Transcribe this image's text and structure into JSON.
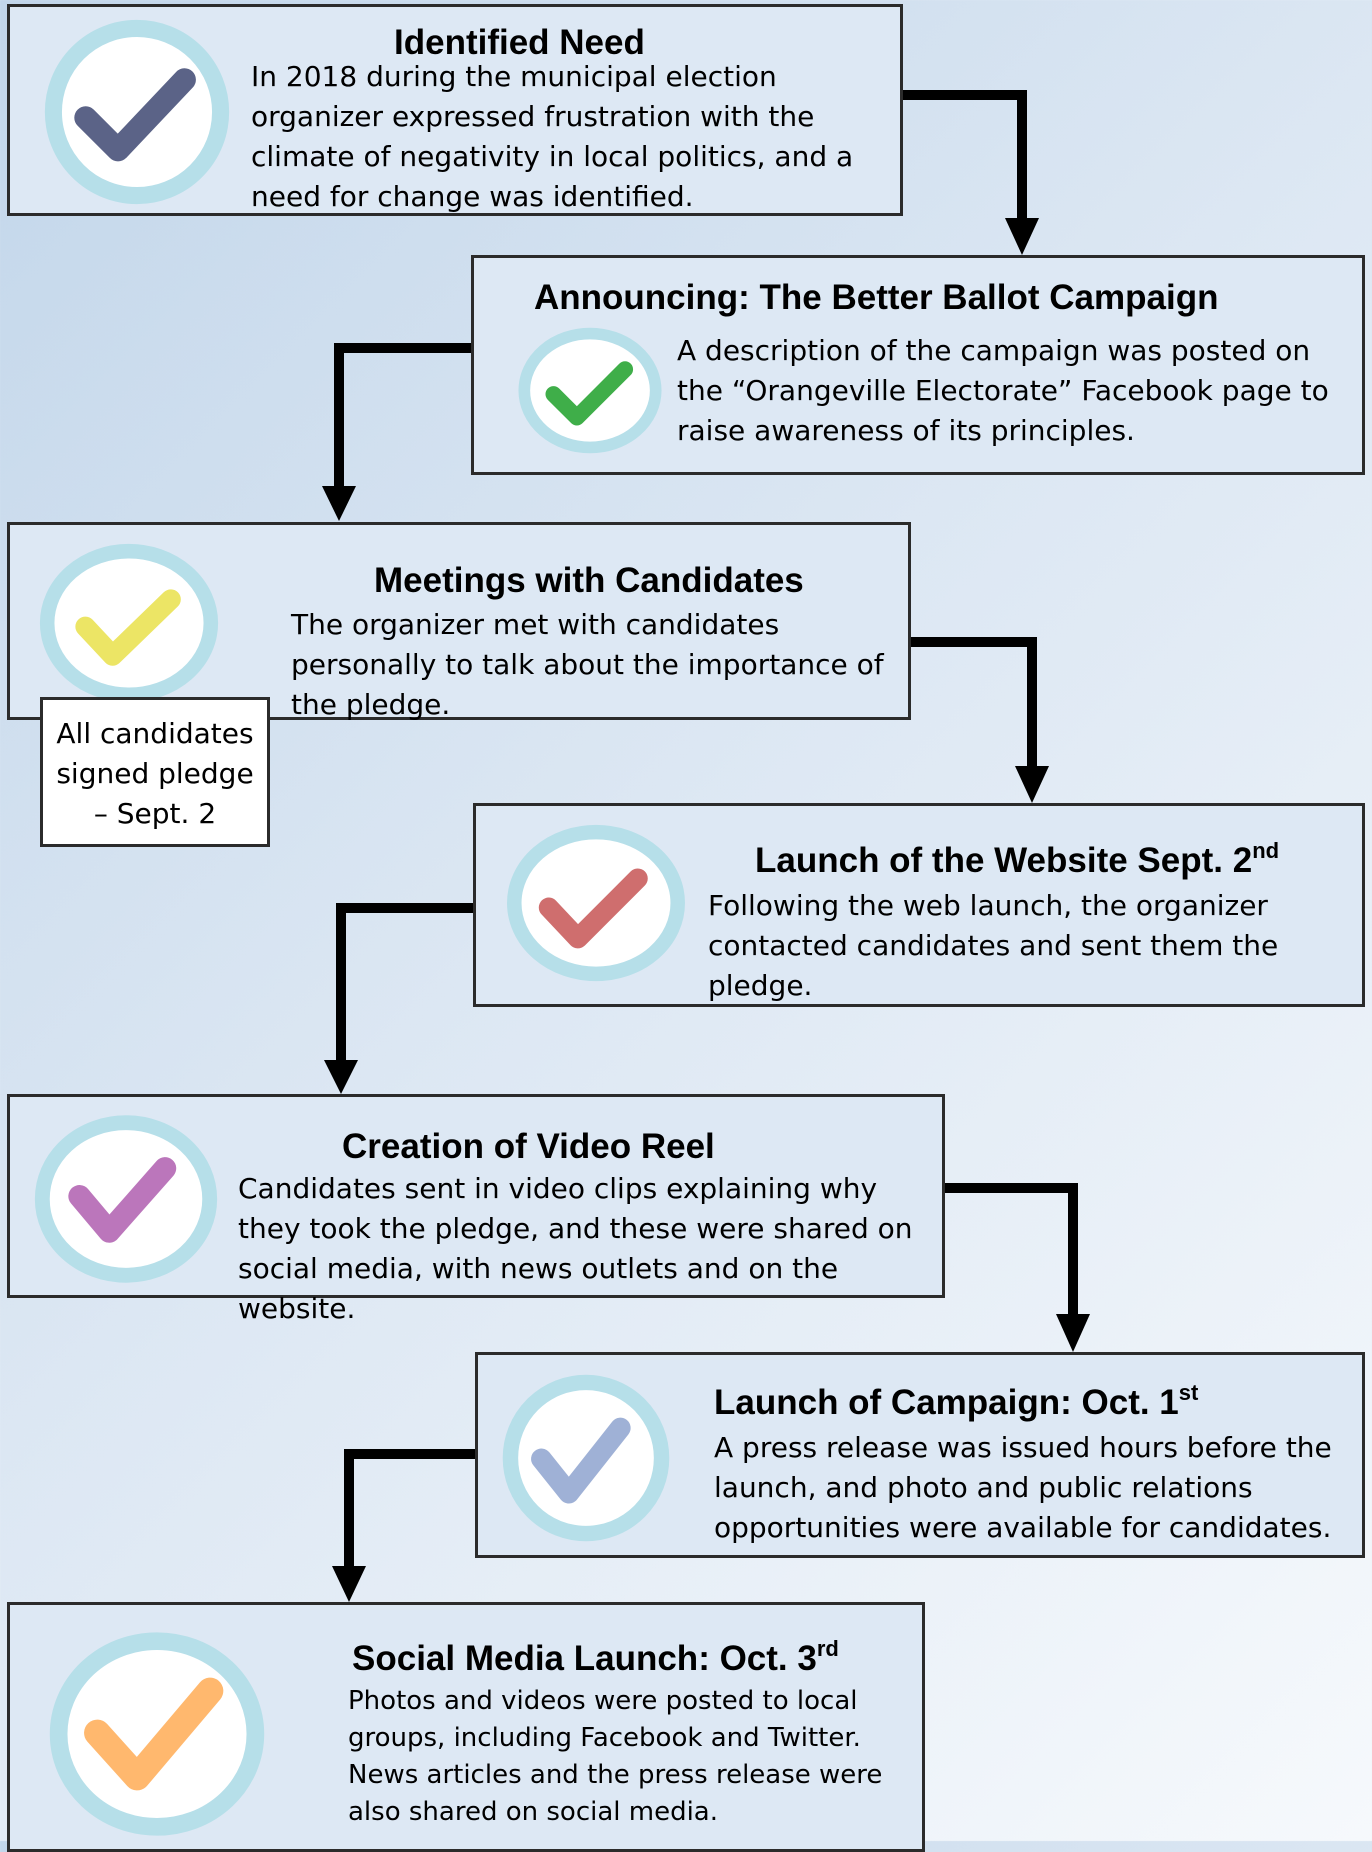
{
  "steps": [
    {
      "title": "Identified Need",
      "description": "In 2018 during the municipal election organizer expressed frustration with the climate of negativity in local politics, and a need for change was identified.",
      "check_color": "#5b6387"
    },
    {
      "title": "Announcing: The Better Ballot Campaign",
      "description": "A description of the campaign was posted on the “Orangeville Electorate” Facebook page to raise awareness of its principles.",
      "check_color": "#3fae49"
    },
    {
      "title": "Meetings with Candidates",
      "description": "The organizer met with candidates personally to talk about the importance of the pledge.",
      "check_color": "#ece565"
    },
    {
      "title": "Launch of the Website Sept. 2",
      "title_sup": "nd",
      "description": "Following the web launch, the organizer contacted candidates and sent them the pledge.",
      "check_color": "#cf6e6e"
    },
    {
      "title": "Creation of Video Reel",
      "description": "Candidates sent in video clips explaining why they took the pledge, and these were shared on social media, with news outlets and on the website.",
      "check_color": "#bb76bb"
    },
    {
      "title": "Launch of Campaign: Oct. 1",
      "title_sup": "st",
      "description": "A press release was issued hours before the launch, and photo and public relations opportunities were available for candidates.",
      "check_color": "#9fb1d6"
    },
    {
      "title": "Social Media Launch: Oct. 3",
      "title_sup": "rd",
      "description": "Photos and videos were posted to local groups, including Facebook and Twitter. News articles and the press release were also shared on social media.",
      "check_color": "#ffb86e"
    }
  ],
  "note": {
    "line1": "All candidates",
    "line2": "signed pledge",
    "line3": "– Sept. 2"
  },
  "colors": {
    "box_fill": "#dde8f4",
    "ring": "#b6dfe9",
    "connector": "#000000"
  }
}
